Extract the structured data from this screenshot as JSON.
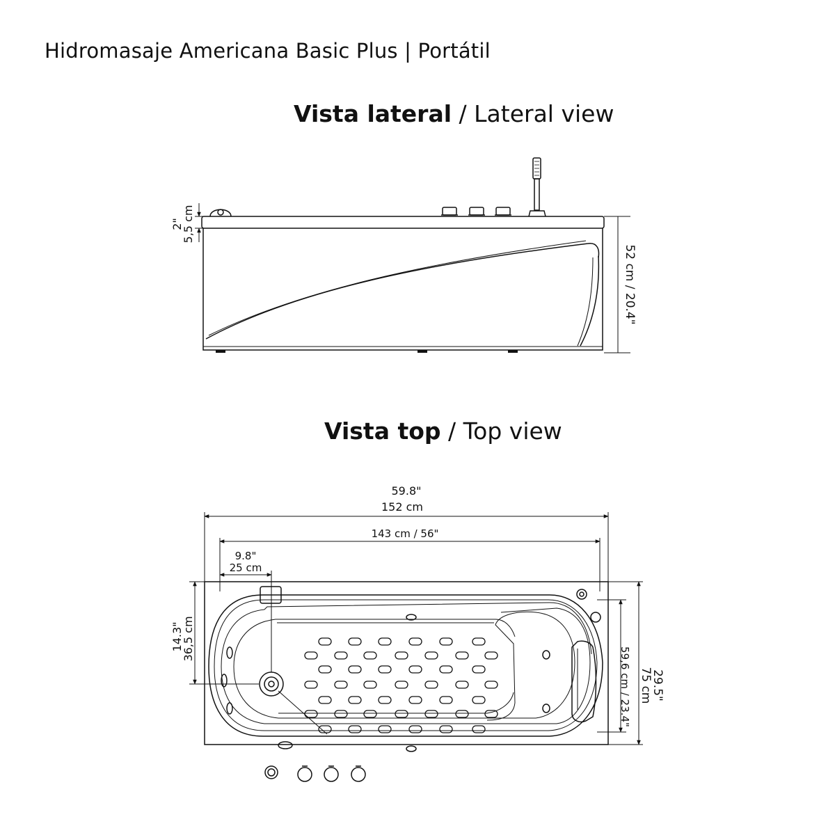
{
  "title": "Hidromasaje Americana Basic Plus  |  Portátil",
  "lateral": {
    "heading_es": "Vista lateral",
    "heading_sep": " / ",
    "heading_en": "Lateral view",
    "rim_in": "2\"",
    "rim_cm": "5,5 cm",
    "height": "52 cm / 20.4\""
  },
  "top": {
    "heading_es": "Vista top",
    "heading_sep": " / ",
    "heading_en": "Top view",
    "length_in": "59.8\"",
    "length_cm": "152 cm",
    "inner_length": "143 cm / 56\"",
    "drain_offset_in": "9.8\"",
    "drain_offset_cm": "25 cm",
    "drain_side_in": "14.3\"",
    "drain_side_cm": "36,5 cm",
    "inner_width": "59,6 cm / 23.4\"",
    "width_in": "29.5\"",
    "width_cm": "75 cm"
  }
}
